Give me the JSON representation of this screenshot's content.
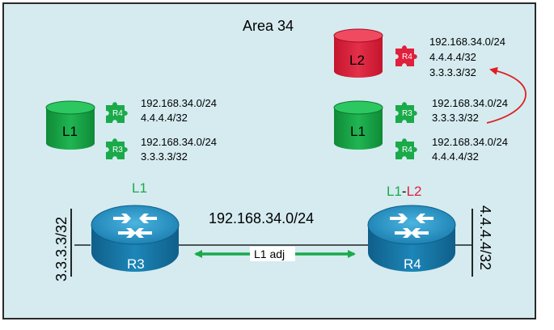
{
  "area_title": "Area 34",
  "left_db": {
    "label": "L1",
    "entries": [
      {
        "router": "R4",
        "lines": [
          "192.168.34.0/24",
          "4.4.4.4/32"
        ]
      },
      {
        "router": "R3",
        "lines": [
          "192.168.34.0/24",
          "3.3.3.3/32"
        ]
      }
    ]
  },
  "right_l2_db": {
    "label": "L2",
    "entries": [
      {
        "router": "R4",
        "lines": [
          "192.168.34.0/24",
          "4.4.4.4/32",
          "3.3.3.3/32"
        ]
      }
    ]
  },
  "right_l1_db": {
    "label": "L1",
    "entries": [
      {
        "router": "R3",
        "lines": [
          "192.168.34.0/24",
          "3.3.3.3/32"
        ]
      },
      {
        "router": "R4",
        "lines": [
          "192.168.34.0/24",
          "4.4.4.4/32"
        ]
      }
    ]
  },
  "routers": {
    "r3": {
      "name": "R3",
      "level": "L1",
      "loopback": "3.3.3.3/32"
    },
    "r4": {
      "name": "R4",
      "level_l1": "L1",
      "level_sep": "-",
      "level_l2": "L2",
      "loopback": "4.4.4.4/32"
    }
  },
  "link": {
    "subnet": "192.168.34.0/24",
    "adjacency": "L1 adj"
  },
  "colors": {
    "area_bg": "#d5ebf0",
    "l1_green": "#1aaa4a",
    "l2_red": "#e0203c",
    "router_blue": "#1d86b8",
    "arrow_green": "#1aaa4a",
    "arrow_red": "#e02020"
  }
}
